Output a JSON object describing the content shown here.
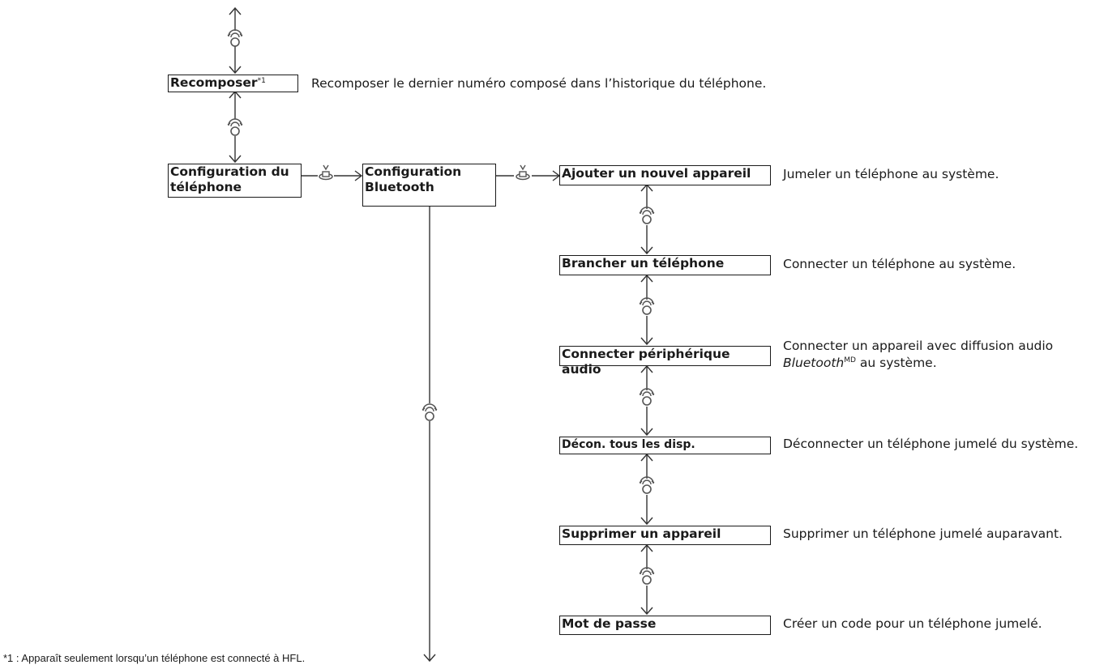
{
  "nodes": {
    "recomposer": {
      "label": "Recomposer",
      "note": "*1",
      "description": "Recomposer le dernier numéro composé dans l’historique du téléphone."
    },
    "config_telephone": {
      "label": "Configuration du\ntéléphone"
    },
    "config_bluetooth": {
      "label": "Configuration\nBluetooth"
    },
    "ajouter": {
      "label": "Ajouter un nouvel appareil",
      "description": "Jumeler un téléphone au système."
    },
    "brancher": {
      "label": "Brancher un téléphone",
      "description": "Connecter un téléphone au système."
    },
    "connecter_audio": {
      "label": "Connecter périphérique audio",
      "description_line1": "Connecter un appareil avec diffusion audio",
      "description_brand": "Bluetooth",
      "description_mark": "MD",
      "description_line2_rest": " au système."
    },
    "decon": {
      "label": "Décon. tous les disp.",
      "description": "Déconnecter un téléphone jumelé du système."
    },
    "supprimer": {
      "label": "Supprimer un appareil",
      "description": "Supprimer un téléphone jumelé auparavant."
    },
    "mot_de_passe": {
      "label": "Mot de passe",
      "description": "Créer un code pour un téléphone jumelé."
    }
  },
  "footnote": "*1 : Apparaît seulement lorsqu’un téléphone est connecté à HFL.",
  "icons": {
    "rotate": "rotate-knob-icon",
    "press": "press-knob-icon"
  }
}
